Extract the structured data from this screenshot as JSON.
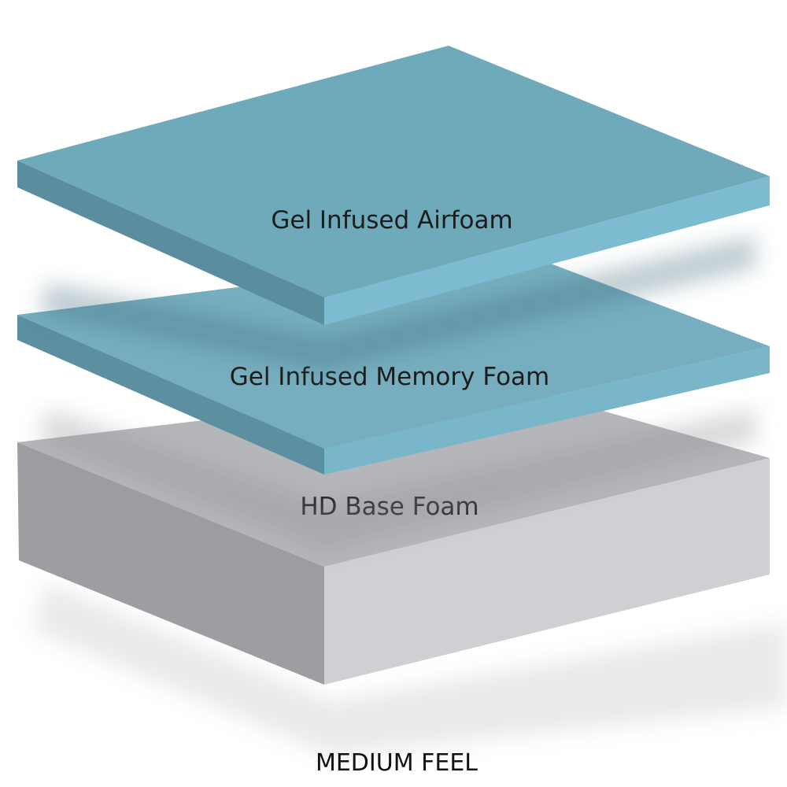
{
  "layers": [
    {
      "label": "Gel Infused Airfoam",
      "colors": {
        "top": "#6faabb",
        "left": "#5a8e9e",
        "front": "#7dbcd0"
      }
    },
    {
      "label": "Gel Infused Memory Foam",
      "colors": {
        "top": "#76aebf",
        "left": "#5c8f9f",
        "front": "#7ab6c9"
      }
    },
    {
      "label": "HD Base Foam",
      "colors": {
        "top": "#b5b6ba",
        "left": "#9d9ea2",
        "front": "#cfd0d3"
      }
    }
  ],
  "caption": "MEDIUM FEEL"
}
